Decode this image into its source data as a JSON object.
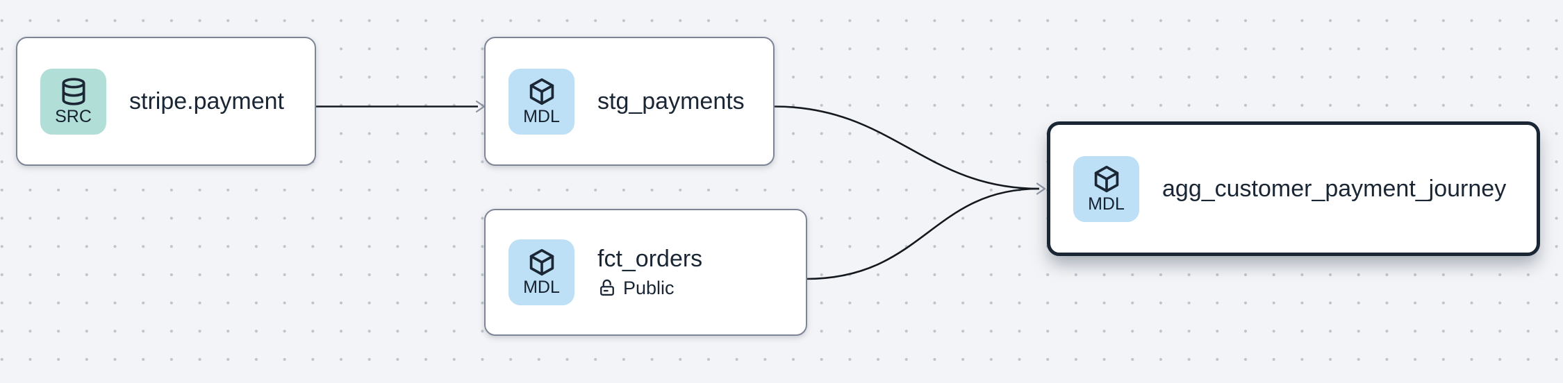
{
  "canvas": {
    "type": "lineage-graph",
    "background_color": "#f3f4f7",
    "grid_dot_color": "#bfc3cc"
  },
  "nodes": [
    {
      "id": "stripe.payment",
      "label": "stripe.payment",
      "badge": {
        "label": "SRC",
        "icon": "database-icon",
        "color": "#b2ded8"
      },
      "selected": false
    },
    {
      "id": "stg_payments",
      "label": "stg_payments",
      "badge": {
        "label": "MDL",
        "icon": "cube-icon",
        "color": "#bee0f6"
      },
      "selected": false
    },
    {
      "id": "fct_orders",
      "label": "fct_orders",
      "badge": {
        "label": "MDL",
        "icon": "cube-icon",
        "color": "#bee0f6"
      },
      "meta": {
        "icon": "lock-open-icon",
        "label": "Public"
      },
      "selected": false
    },
    {
      "id": "agg_customer_payment_journey",
      "label": "agg_customer_payment_journey",
      "badge": {
        "label": "MDL",
        "icon": "cube-icon",
        "color": "#bee0f6"
      },
      "selected": true
    }
  ],
  "edges": [
    {
      "from": "stripe.payment",
      "to": "stg_payments"
    },
    {
      "from": "stg_payments",
      "to": "agg_customer_payment_journey"
    },
    {
      "from": "fct_orders",
      "to": "agg_customer_payment_journey"
    }
  ],
  "colors": {
    "edge_line": "#14181f",
    "arrowhead": "#8d94a1",
    "node_border": "#7c8595",
    "node_border_selected": "#1b2634",
    "node_background": "#ffffff",
    "text": "#1a2634"
  }
}
